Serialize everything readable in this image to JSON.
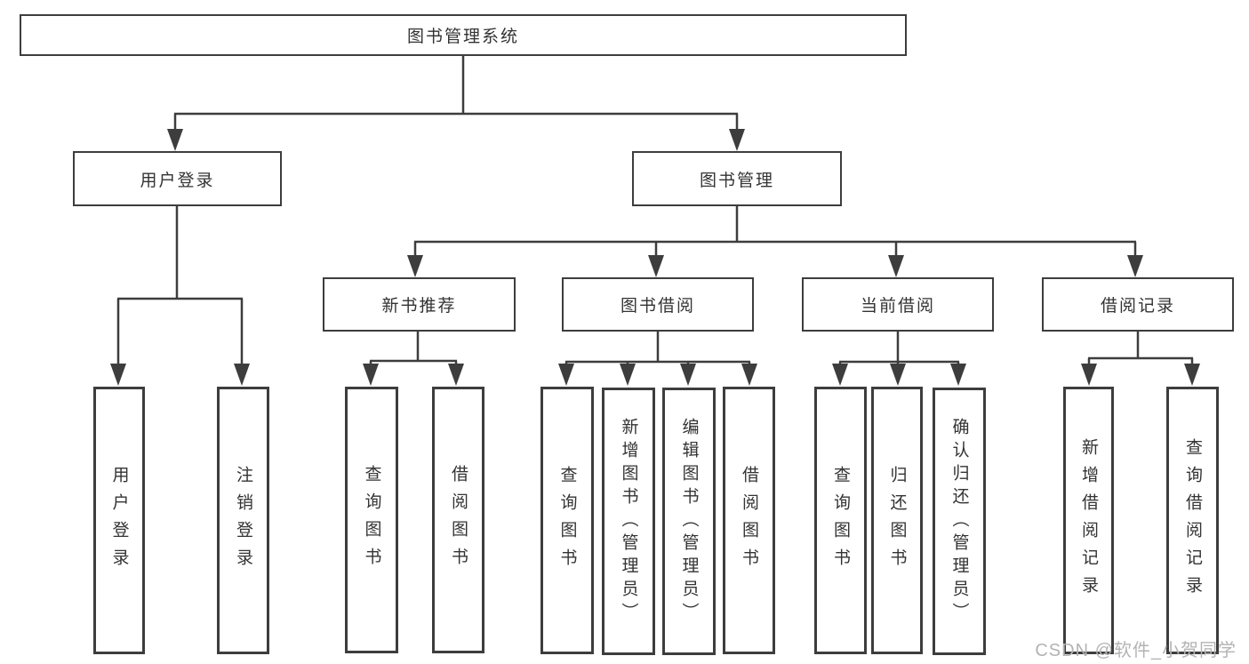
{
  "tree": {
    "label": "图书管理系统",
    "children": [
      {
        "label": "用户登录",
        "children": [
          {
            "label": "用户登录"
          },
          {
            "label": "注销登录"
          }
        ]
      },
      {
        "label": "图书管理",
        "children": [
          {
            "label": "新书推荐",
            "children": [
              {
                "label": "查询图书"
              },
              {
                "label": "借阅图书"
              }
            ]
          },
          {
            "label": "图书借阅",
            "children": [
              {
                "label": "查询图书"
              },
              {
                "label": "新增图书（管理员）"
              },
              {
                "label": "编辑图书（管理员）"
              },
              {
                "label": "借阅图书"
              }
            ]
          },
          {
            "label": "当前借阅",
            "children": [
              {
                "label": "查询图书"
              },
              {
                "label": "归还图书"
              },
              {
                "label": "确认归还（管理员）"
              }
            ]
          },
          {
            "label": "借阅记录",
            "children": [
              {
                "label": "新增借阅记录"
              },
              {
                "label": "查询借阅记录"
              }
            ]
          }
        ]
      }
    ]
  },
  "watermark": {
    "text": "CSDN @软件_小贺同学"
  },
  "colors": {
    "line": "#3d3d3d",
    "text": "#333333",
    "watermark": "#b3b3b3",
    "background": "#ffffff"
  }
}
